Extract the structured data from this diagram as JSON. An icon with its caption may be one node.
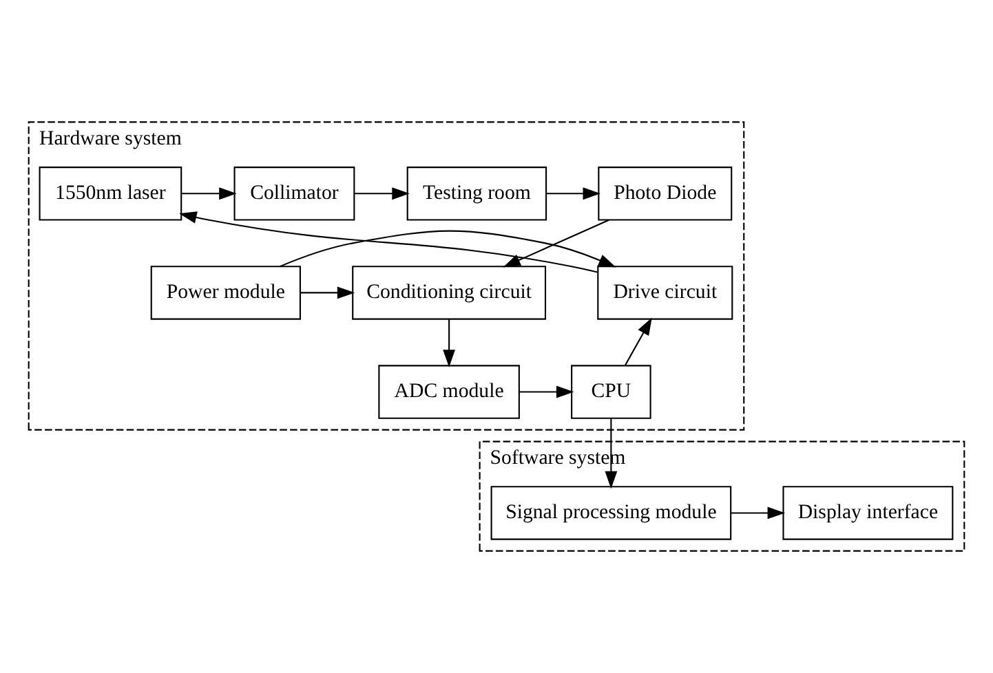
{
  "diagram": {
    "nodes": [
      {
        "text": [
          "Hardware system"
        ]
      },
      {
        "text": [
          "1550nm laser"
        ],
        "in": 0
      },
      {
        "text": [
          "Collimator"
        ],
        "in": 0
      },
      {
        "text": [
          "Testing room"
        ],
        "in": 0
      },
      {
        "text": [
          "Photo Diode"
        ],
        "in": 0
      },
      {
        "text": [
          "Drive circuit"
        ],
        "in": 0
      },
      {
        "text": [
          "Power module"
        ],
        "in": 0
      },
      {
        "text": [
          "Conditioning circuit"
        ],
        "in": 0
      },
      {
        "text": [
          "CPU"
        ],
        "in": 0
      },
      {
        "text": [
          "ADC module"
        ],
        "in": 0
      },
      {
        "text": [
          "Software system"
        ]
      },
      {
        "text": [
          "Signal processing module"
        ],
        "in": 10
      },
      {
        "text": [
          "Display interface"
        ],
        "in": 10
      }
    ],
    "edges": [
      {
        "from": 1,
        "to": 2,
        "arrow": "to"
      },
      {
        "from": 2,
        "to": 3,
        "arrow": "to"
      },
      {
        "from": 3,
        "to": 4,
        "arrow": "to"
      },
      {
        "from": 4,
        "to": 7,
        "arrow": "to"
      },
      {
        "from": 6,
        "to": 5,
        "arrow": "to"
      },
      {
        "from": 6,
        "to": 7,
        "arrow": "to"
      },
      {
        "from": 5,
        "to": 1,
        "arrow": "to"
      },
      {
        "from": 7,
        "to": 9,
        "arrow": "to"
      },
      {
        "from": 9,
        "to": 8,
        "arrow": "to"
      },
      {
        "from": 8,
        "to": 5,
        "arrow": "to"
      },
      {
        "from": 8,
        "to": 11,
        "arrow": "to"
      },
      {
        "from": 11,
        "to": 12,
        "arrow": "to"
      }
    ]
  }
}
